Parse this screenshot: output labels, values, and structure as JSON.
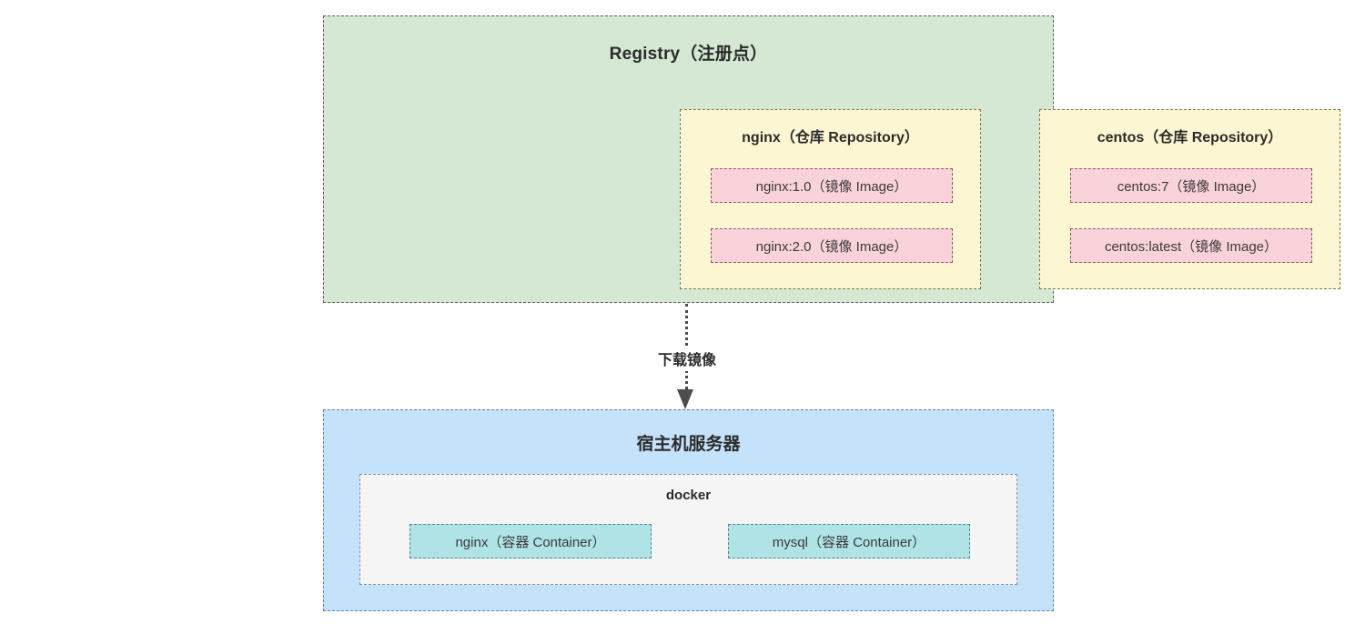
{
  "diagram": {
    "registry": {
      "title": "Registry（注册点）",
      "fill_color": "#d5e8d4",
      "repositories": [
        {
          "title": "nginx（仓库 Repository）",
          "fill_color": "#fdf6d2",
          "images": [
            {
              "label": "nginx:1.0（镜像 Image）",
              "fill_color": "#fad2da"
            },
            {
              "label": "nginx:2.0（镜像 Image）",
              "fill_color": "#fad2da"
            }
          ]
        },
        {
          "title": "centos（仓库 Repository）",
          "fill_color": "#fdf6d2",
          "images": [
            {
              "label": "centos:7（镜像 Image）",
              "fill_color": "#fad2da"
            },
            {
              "label": "centos:latest（镜像 Image）",
              "fill_color": "#fad2da"
            }
          ]
        }
      ]
    },
    "connector": {
      "label": "下载镜像",
      "style": "dotted",
      "direction": "down",
      "from": "Registry（注册点）",
      "to": "宿主机服务器"
    },
    "host": {
      "title": "宿主机服务器",
      "fill_color": "#c5e2fb",
      "docker": {
        "title": "docker",
        "fill_color": "#f5f5f5",
        "containers": [
          {
            "label": "nginx（容器 Container）",
            "fill_color": "#b0e3e6"
          },
          {
            "label": "mysql（容器 Container）",
            "fill_color": "#b0e3e6"
          }
        ]
      }
    }
  }
}
